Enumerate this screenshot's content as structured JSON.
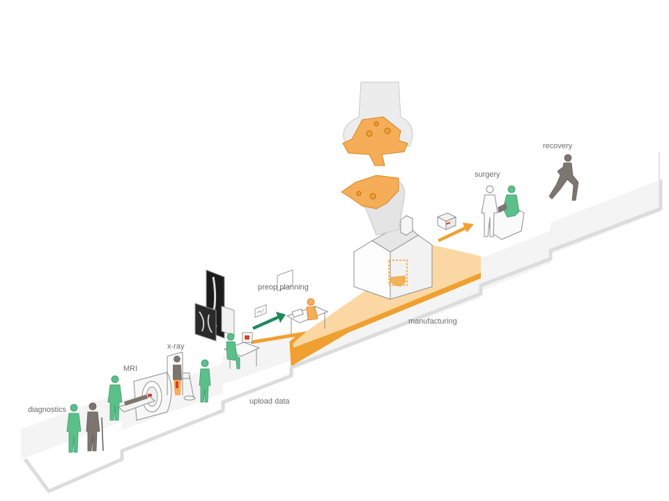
{
  "stages": {
    "diagnostics": "diagnostics",
    "mri": "MRI",
    "xray": "x-ray",
    "upload": "upload data",
    "preop": "preop planning",
    "manufacturing": "manufacturing",
    "surgery": "surgery",
    "recovery": "recovery"
  },
  "colors": {
    "accent_orange": "#f0a030",
    "light_orange": "#fbd7a3",
    "staff_green": "#5bbf8a",
    "arrow_green": "#1f8a5c",
    "patient_gray": "#7d7670",
    "path_gray": "#dcdcdc",
    "outline": "#8c8c8c"
  },
  "icons": [
    "person-icon",
    "mri-scanner-icon",
    "xray-machine-icon",
    "workstation-icon",
    "knee-implant-icon",
    "factory-icon",
    "package-icon",
    "runner-icon"
  ]
}
